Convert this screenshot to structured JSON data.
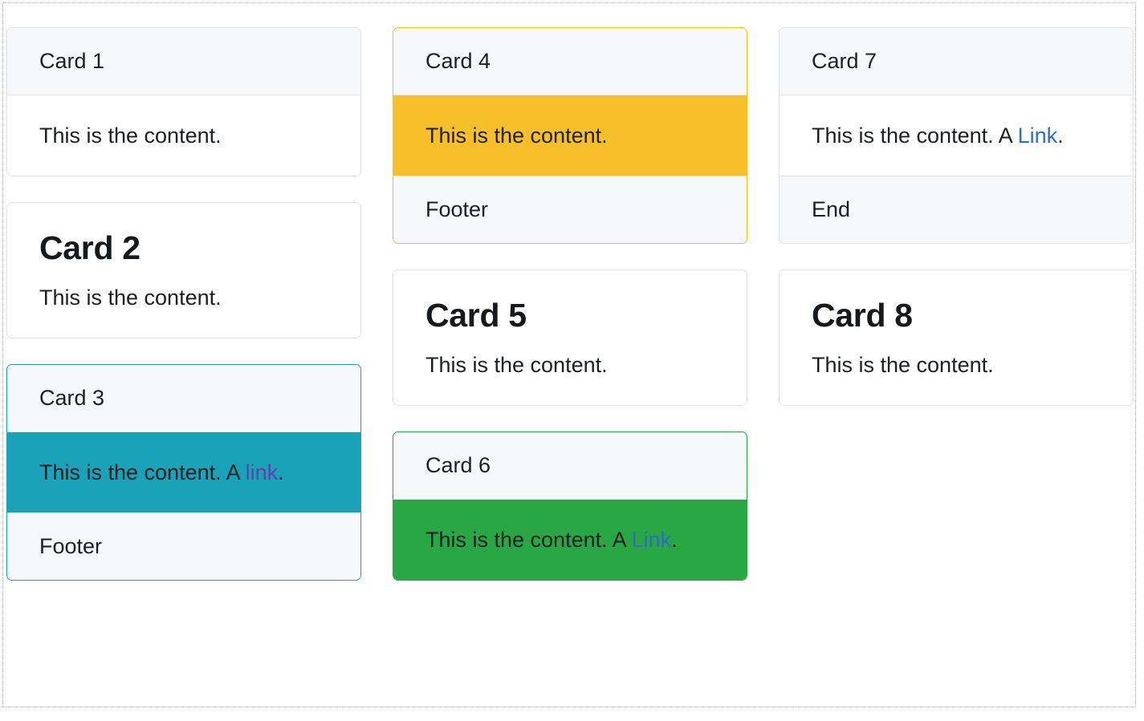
{
  "page": {
    "background": "#ffffff",
    "outline_style": "dotted",
    "outline_color": "#b9b9c4"
  },
  "palette": {
    "card_border": "#dee2e6",
    "header_bg": "#f7f8f9",
    "info": "#17a2b8",
    "warning": "#ffc107",
    "success": "#28a745",
    "link": "#2a6fc4",
    "link_visited": "#5b45a8",
    "text": "#1c1f23"
  },
  "columns": [
    {
      "name": "column-1",
      "cards": [
        {
          "id": "card-1",
          "header": "Card 1",
          "body_text": "This is the content.",
          "body_fill": "none",
          "accent": "none",
          "title": null,
          "footer": null,
          "link": null,
          "link_trailing": null
        },
        {
          "id": "card-2",
          "header": null,
          "title": "Card 2",
          "body_text": "This is the content.",
          "body_fill": "none",
          "accent": "none",
          "footer": null,
          "link": null,
          "link_trailing": null
        },
        {
          "id": "card-3",
          "header": "Card 3",
          "title": null,
          "body_text": "This is the content. A ",
          "link": "link",
          "link_trailing": ".",
          "link_state": "visited",
          "body_fill": "info",
          "accent": "info",
          "footer": "Footer"
        }
      ]
    },
    {
      "name": "column-2",
      "cards": [
        {
          "id": "card-4",
          "header": "Card 4",
          "title": null,
          "body_text": "This is the content.",
          "body_fill": "warning",
          "accent": "warning",
          "footer": "Footer",
          "link": null,
          "link_trailing": null
        },
        {
          "id": "card-5",
          "header": null,
          "title": "Card 5",
          "body_text": "This is the content.",
          "body_fill": "none",
          "accent": "none",
          "footer": null,
          "link": null,
          "link_trailing": null
        },
        {
          "id": "card-6",
          "header": "Card 6",
          "title": null,
          "body_text": "This is the content. A ",
          "link": "Link",
          "link_trailing": ".",
          "link_state": "normal",
          "body_fill": "success",
          "accent": "success",
          "footer": null
        }
      ]
    },
    {
      "name": "column-3",
      "cards": [
        {
          "id": "card-7",
          "header": "Card 7",
          "title": null,
          "body_text": "This is the content. A ",
          "link": "Link",
          "link_trailing": ".",
          "link_state": "normal",
          "body_fill": "none",
          "accent": "none",
          "footer": "End"
        },
        {
          "id": "card-8",
          "header": null,
          "title": "Card 8",
          "body_text": "This is the content.",
          "body_fill": "none",
          "accent": "none",
          "footer": null,
          "link": null,
          "link_trailing": null
        }
      ]
    }
  ]
}
